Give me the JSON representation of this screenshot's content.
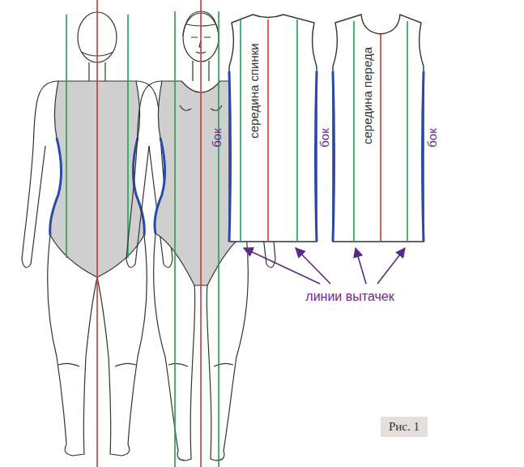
{
  "diagram": {
    "nodes": [
      {
        "text": [
          "Рис. 1"
        ]
      }
    ],
    "labels": [
      "бок",
      "середина спинки",
      "бок",
      "середина переда",
      "бок",
      "линии вытачек"
    ]
  }
}
